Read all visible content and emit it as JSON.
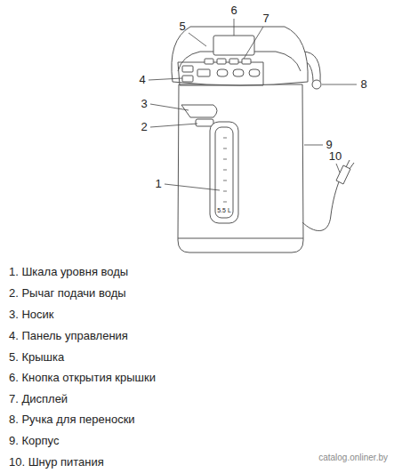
{
  "diagram": {
    "labels": [
      "1",
      "2",
      "3",
      "4",
      "5",
      "6",
      "7",
      "8",
      "9",
      "10",
      "5.5 L",
      "1. Шкала уровня воды",
      "2. Рычаг подачи воды",
      "3. Носик",
      "4. Панель управления",
      "5. Крышка",
      "6. Кнопка открытия крышки",
      "7. Дисплей",
      "8. Ручка для переноски",
      "9. Корпус",
      "10. Шнур питания",
      "catalog.onliner.by"
    ]
  }
}
